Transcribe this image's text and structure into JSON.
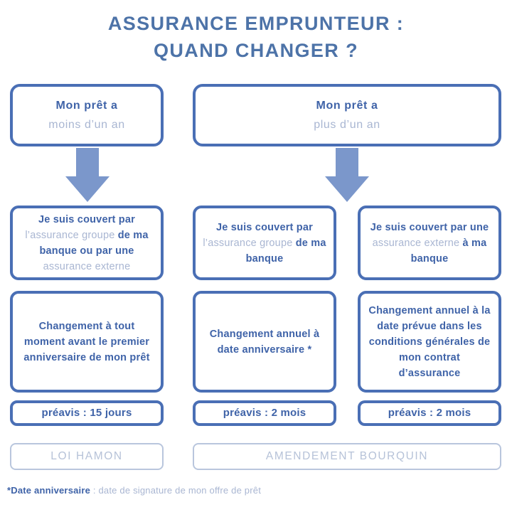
{
  "title": {
    "line1": "ASSURANCE EMPRUNTEUR :",
    "line2": "QUAND CHANGER ?"
  },
  "colors": {
    "brand_border": "#4a6fb5",
    "title_text": "#4d73a8",
    "arrow_fill": "#7b97cb",
    "bold_text": "#3f63a8",
    "light_text": "#a9b6d2",
    "pale_border": "#b9c6dd",
    "pale_text": "#b6c2d8",
    "background": "#ffffff"
  },
  "branches": {
    "left": {
      "head": {
        "strong": "Mon prêt a",
        "light": "moins d’un an"
      },
      "coverage": {
        "seg1_bold": "Je suis couvert par",
        "seg2_light": "l’assurance groupe",
        "seg3_bold": "de ma banque ou par une",
        "seg4_light": "assurance externe"
      },
      "change": "Changement à tout moment avant le premier anniversaire de mon prêt",
      "preavis": "préavis : 15 jours",
      "law": "LOI HAMON"
    },
    "right": {
      "head": {
        "strong": "Mon prêt a",
        "light": "plus d’un an"
      },
      "law": "AMENDEMENT BOURQUIN",
      "columns": [
        {
          "coverage": {
            "seg1_bold": "Je suis couvert par",
            "seg2_light": "l’assurance groupe",
            "seg3_bold": "de ma banque",
            "seg4_light": ""
          },
          "change": "Changement annuel à date anniversaire *",
          "preavis": "préavis : 2 mois"
        },
        {
          "coverage": {
            "seg1_bold": "Je suis couvert par une",
            "seg2_light": "assurance externe",
            "seg3_bold": "à ma banque",
            "seg4_light": ""
          },
          "change": "Changement annuel à la date prévue dans les conditions générales de mon contrat d’assurance",
          "preavis": "préavis : 2 mois"
        }
      ]
    }
  },
  "footnote": {
    "strong": "*Date anniversaire",
    "rest": " : date de signature de mon offre de prêt"
  }
}
